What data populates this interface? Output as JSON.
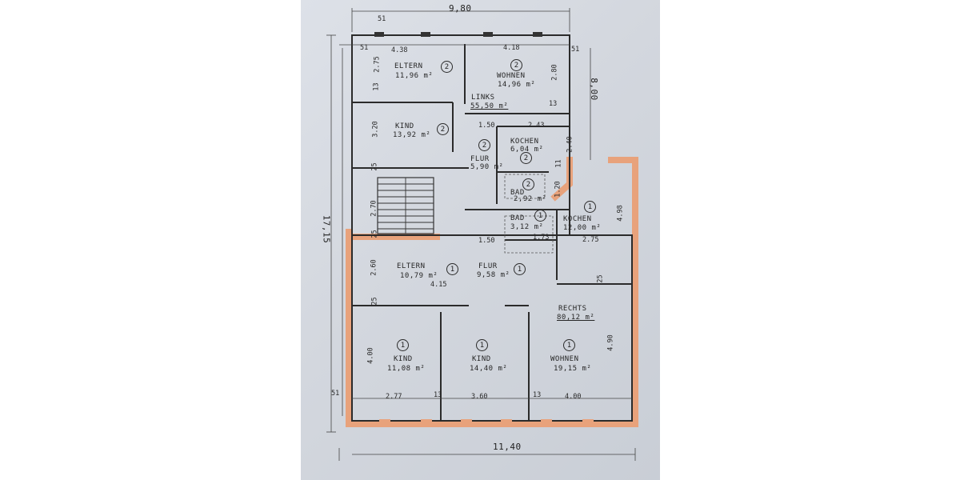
{
  "overall": {
    "top_width": "9,80",
    "bottom_width": "11,40",
    "left_height": "17,15",
    "right_top_height": "8,00"
  },
  "rooms": [
    {
      "id": "eltern2",
      "name": "ELTERN",
      "area": "11,96 m²",
      "unit": "2"
    },
    {
      "id": "wohnen2",
      "name": "WOHNEN",
      "area": "14,96 m²",
      "unit": "2"
    },
    {
      "id": "kind2",
      "name": "KIND",
      "area": "13,92 m²",
      "unit": "2"
    },
    {
      "id": "kochen2",
      "name": "KOCHEN",
      "area": "6,04 m²",
      "unit": "2"
    },
    {
      "id": "flur2",
      "name": "FLUR",
      "area": "5,90 m²",
      "unit": "2"
    },
    {
      "id": "bad2",
      "name": "BAD",
      "area": "2,92 m²",
      "unit": "2"
    },
    {
      "id": "bad1",
      "name": "BAD",
      "area": "3,12 m²",
      "unit": "1"
    },
    {
      "id": "kochen1",
      "name": "KOCHEN",
      "area": "12,00 m²",
      "unit": "1"
    },
    {
      "id": "eltern1",
      "name": "ELTERN",
      "area": "10,79 m²",
      "unit": "1"
    },
    {
      "id": "flur1",
      "name": "FLUR",
      "area": "9,58 m²",
      "unit": "1"
    },
    {
      "id": "kind1a",
      "name": "KIND",
      "area": "11,08 m²",
      "unit": "1"
    },
    {
      "id": "kind1b",
      "name": "KIND",
      "area": "14,40 m²",
      "unit": "1"
    },
    {
      "id": "wohnen1",
      "name": "WOHNEN",
      "area": "19,15 m²",
      "unit": "1"
    }
  ],
  "units": {
    "links": {
      "name": "LINKS",
      "area": "55,50 m²"
    },
    "rechts": {
      "name": "RECHTS",
      "area": "80,12 m²"
    }
  },
  "dims": {
    "d438": "4.38",
    "d418": "4.18",
    "d51a": "51",
    "d51b": "51",
    "d51c": "51",
    "d51d": "51",
    "d275": "2.75",
    "d280": "2.80",
    "d13a": "13",
    "d13b": "13",
    "d13c": "13",
    "d13d": "13",
    "d320": "3.20",
    "d150a": "1.50",
    "d243": "2.43",
    "d25a": "25",
    "d25b": "25",
    "d25c": "25",
    "d25d": "25",
    "d270": "2.70",
    "d498": "4.98",
    "d150b": "1.50",
    "d275b": "2.75",
    "d260": "2.60",
    "d415": "4.15",
    "d400": "4.00",
    "d490": "4.90",
    "d277": "2.77",
    "d360": "3.60",
    "d400b": "4.00",
    "d240": "2.40",
    "d120": "1.20",
    "d173": "1.73",
    "dtick": "11"
  }
}
